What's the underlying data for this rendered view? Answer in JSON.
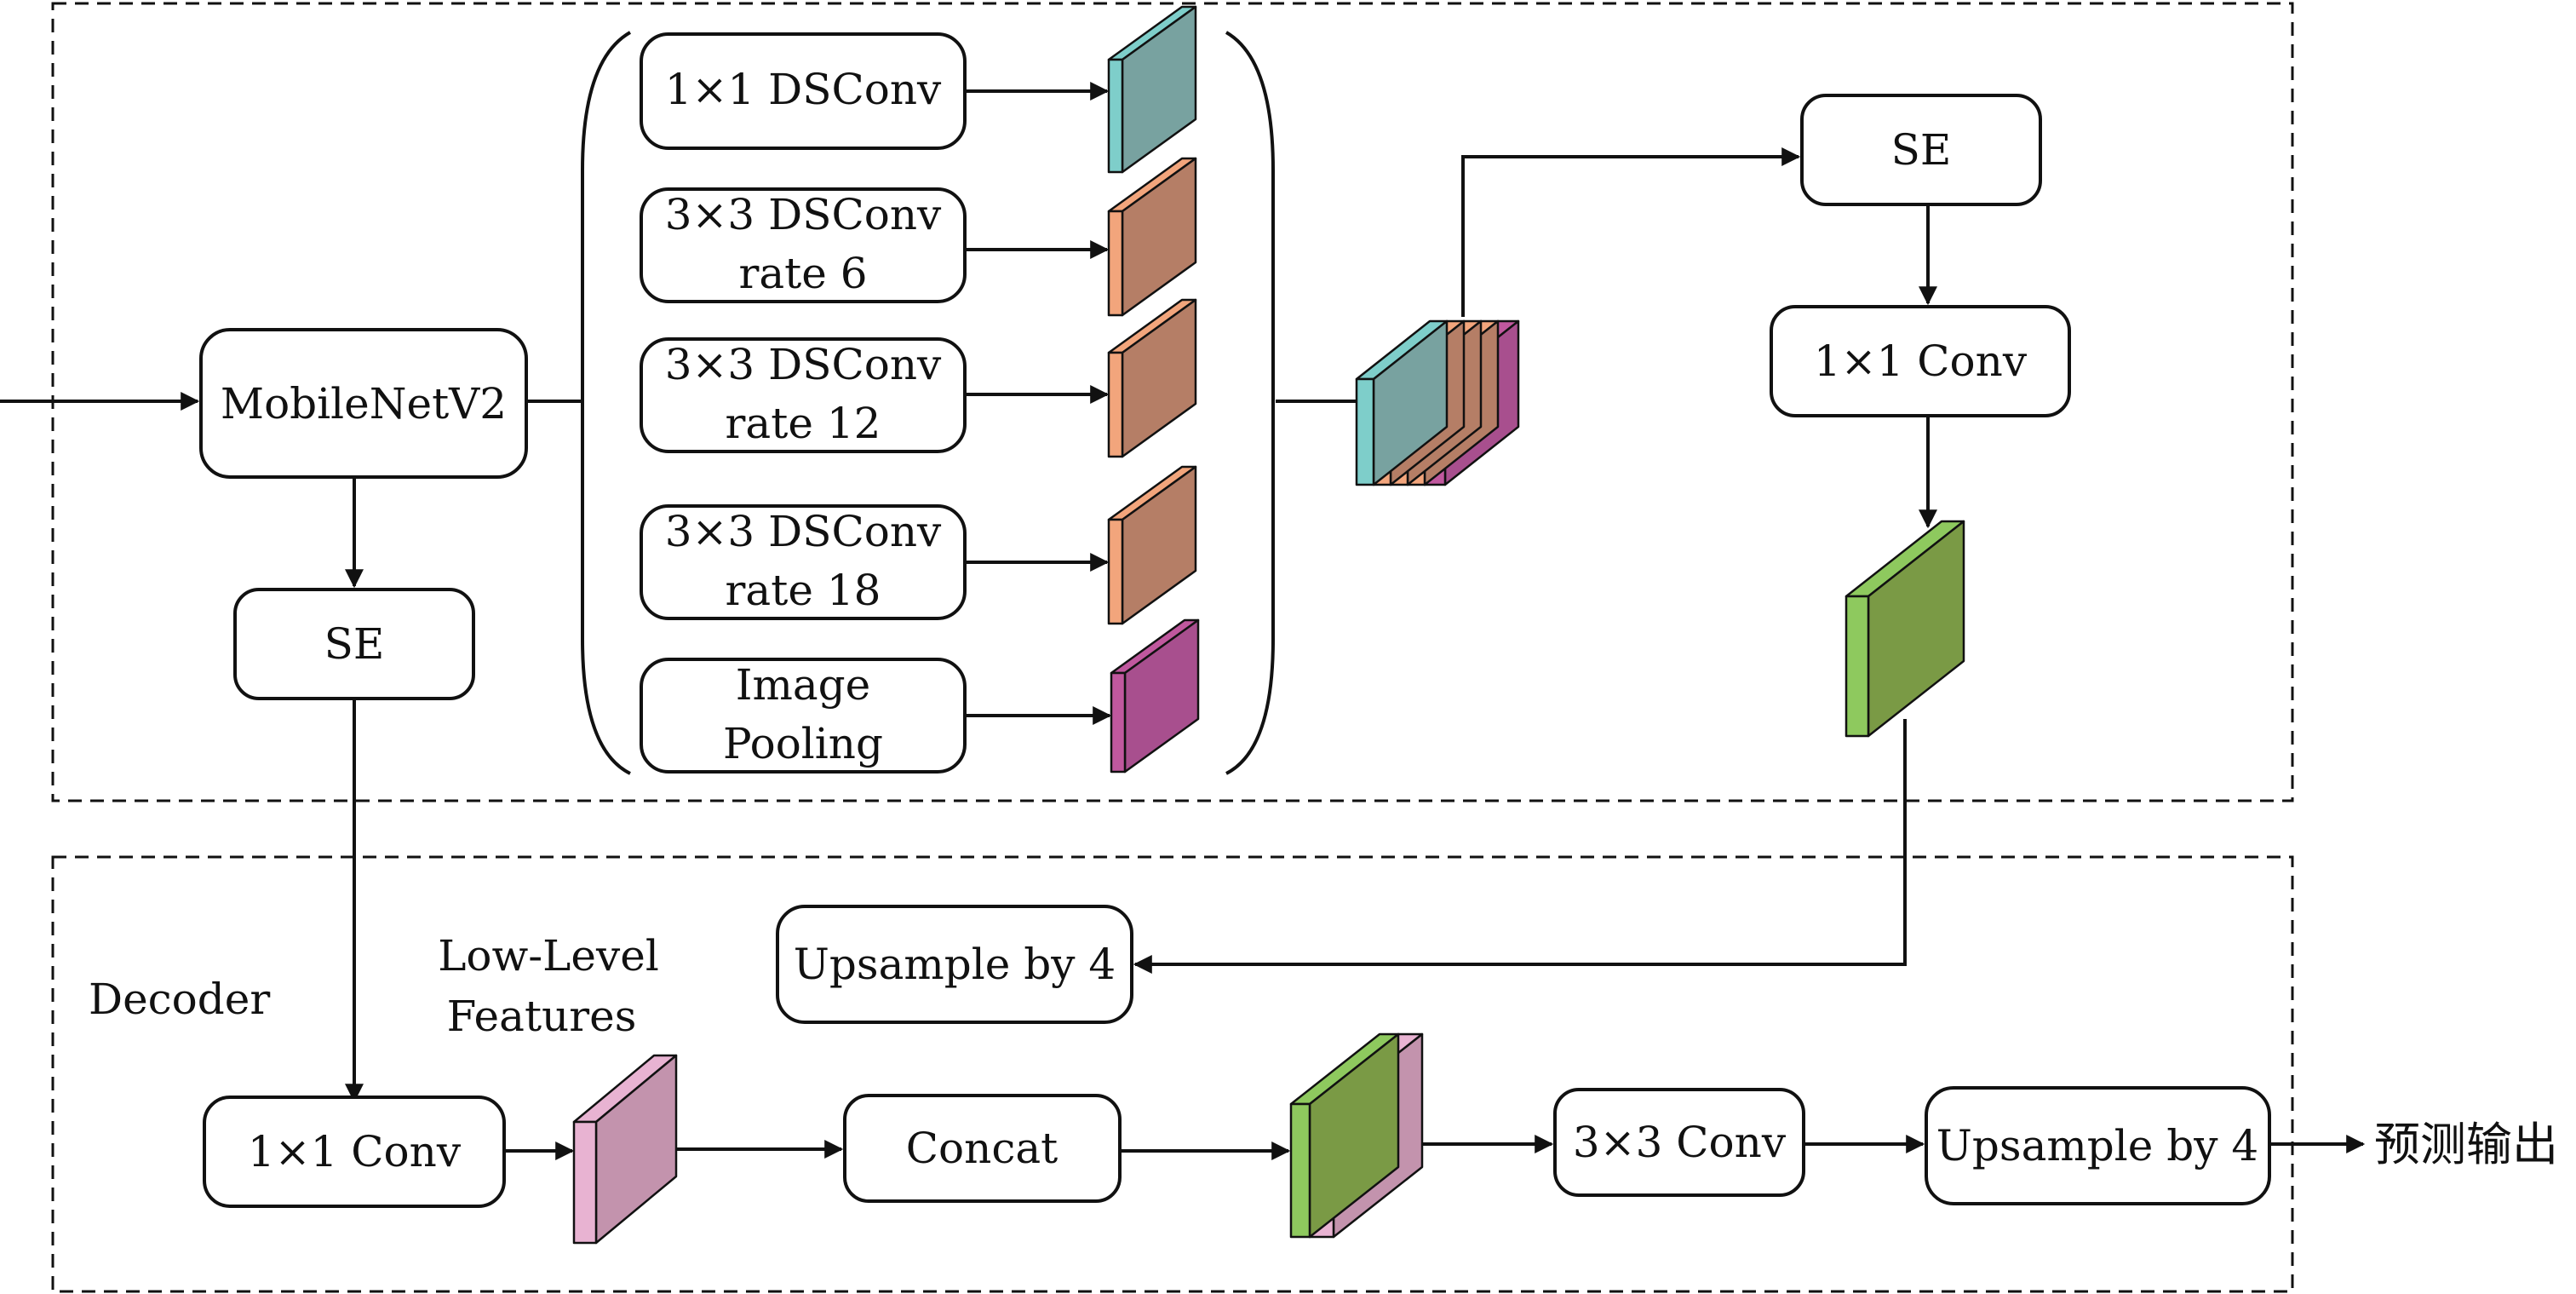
{
  "diagram": {
    "encoder": {
      "backbone": "MobileNetV2",
      "backbone_se": "SE",
      "aspp_branches": [
        {
          "lines": [
            "1×1 DSConv"
          ],
          "color": "#78a2a0",
          "front_color": "#7ececa"
        },
        {
          "lines": [
            "3×3 DSConv",
            "rate 6"
          ],
          "color": "#b57e66",
          "front_color": "#f2a57c"
        },
        {
          "lines": [
            "3×3 DSConv",
            "rate 12"
          ],
          "color": "#b57e66",
          "front_color": "#f2a57c"
        },
        {
          "lines": [
            "3×3 DSConv",
            "rate 18"
          ],
          "color": "#b57e66",
          "front_color": "#f2a57c"
        },
        {
          "lines": [
            "Image",
            "Pooling"
          ],
          "color": "#a84f8e",
          "front_color": "#c0589e"
        }
      ],
      "head_se": "SE",
      "head_conv": "1×1 Conv",
      "encoder_output_color": "#7a9a45",
      "encoder_output_front_color": "#8ec95e"
    },
    "decoder": {
      "section_label": "Decoder",
      "low_level_label": [
        "Low-Level",
        "Features"
      ],
      "low_conv": "1×1 Conv",
      "upsample_top": "Upsample by 4",
      "concat": "Concat",
      "conv3": "3×3 Conv",
      "upsample_final": "Upsample by 4",
      "output_label": "预测输出",
      "low_feature_color": "#c393ad",
      "low_feature_front_color": "#e8b3d2"
    }
  }
}
